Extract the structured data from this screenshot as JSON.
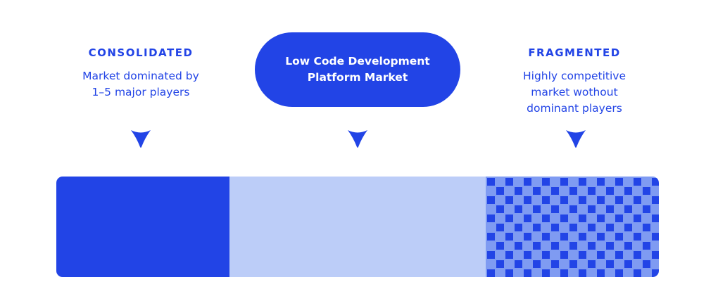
{
  "consolidated": {
    "heading": "CONSOLIDATED",
    "description_lines": [
      "Market dominated by",
      "1–5 major players"
    ]
  },
  "center": {
    "label_lines": [
      "Low Code Development",
      "Platform Market"
    ]
  },
  "fragmented": {
    "heading": "FRAGMENTED",
    "description_lines": [
      "Highly competitive",
      "market wothout",
      "dominant players"
    ]
  },
  "colors": {
    "primary": "#2244E6",
    "light": "#BCCDF8",
    "medium": "#7F9BF2",
    "white": "#FFFFFF"
  },
  "icons": [
    "arrow-down-icon",
    "arrow-down-icon",
    "arrow-down-icon"
  ]
}
